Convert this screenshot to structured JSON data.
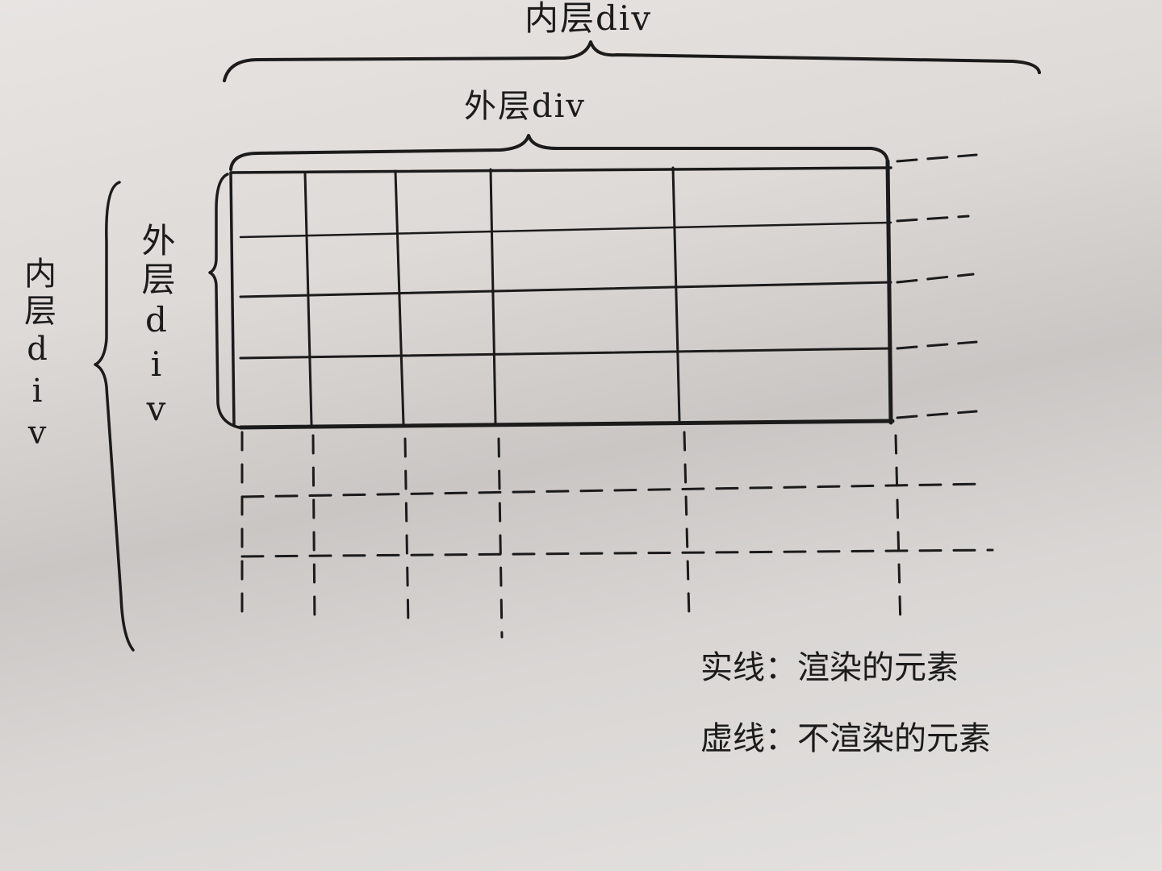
{
  "labels": {
    "top_inner": "内层div",
    "top_outer": "外层div",
    "left_inner": "内层div",
    "left_outer": "外层div"
  },
  "legend": {
    "solid": "实线：渲染的元素",
    "dashed": "虚线：不渲染的元素"
  },
  "grid": {
    "rendered_rows": 4,
    "rendered_cols": 5,
    "hidden_rows": 2,
    "hidden_cols": 1
  },
  "colors": {
    "ink": "#1b1b1b",
    "paper": "#dedad8"
  }
}
